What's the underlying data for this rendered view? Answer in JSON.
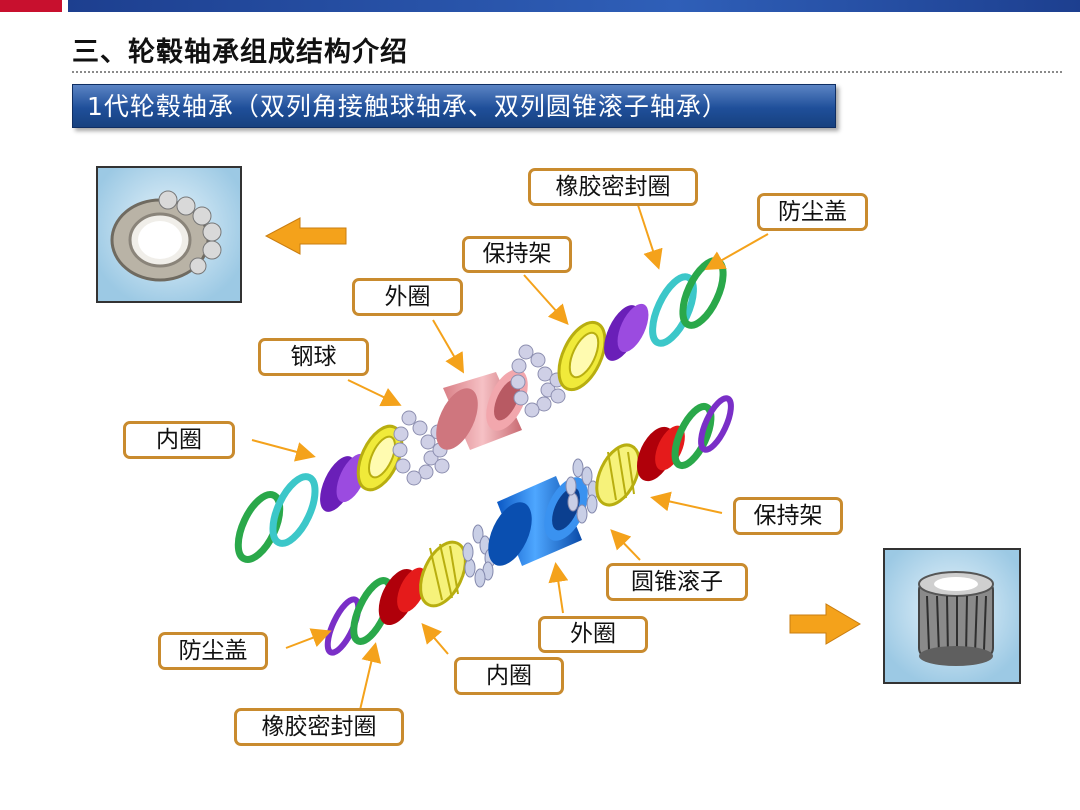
{
  "page_title": "三、轮毂轴承组成结构介绍",
  "banner_text": "1代轮毂轴承（双列角接触球轴承、双列圆锥滚子轴承）",
  "upper_labels": {
    "rubber_seal": "橡胶密封圈",
    "dust_cover": "防尘盖",
    "cage": "保持架",
    "outer_ring": "外圈",
    "steel_ball": "钢球",
    "inner_ring": "内圈"
  },
  "lower_labels": {
    "cage": "保持架",
    "tapered_roller": "圆锥滚子",
    "outer_ring": "外圈",
    "inner_ring": "内圈",
    "dust_cover": "防尘盖",
    "rubber_seal": "橡胶密封圈"
  },
  "colors": {
    "brand_red": "#c8102e",
    "brand_blue": "#1f4f9a",
    "label_border": "#c98b2e",
    "arrow_orange": "#f4a21b"
  }
}
